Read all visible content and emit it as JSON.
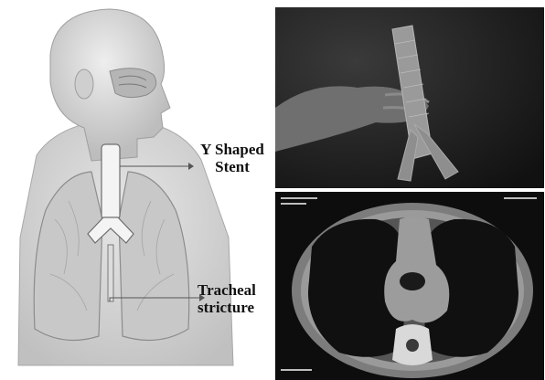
{
  "labels": {
    "stent_line1": "Y Shaped",
    "stent_line2": "Stent",
    "stricture_line1": "Tracheal",
    "stricture_line2": "stricture"
  },
  "colors": {
    "skin": "#d9d9d9",
    "lung": "#c7c7c7",
    "stent": "#f2f2f2",
    "photo_bg": "#1a1a1a",
    "ct_bg": "#0d0d0d"
  }
}
